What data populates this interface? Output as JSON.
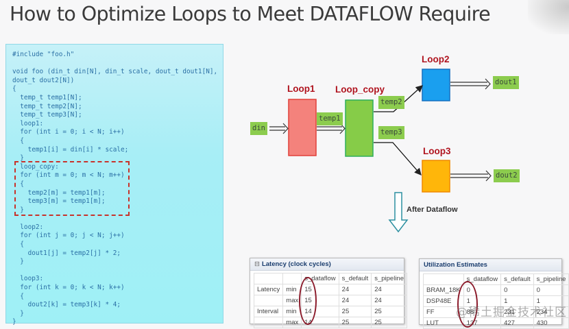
{
  "slide": {
    "title": "How to Optimize Loops to Meet DATAFLOW Require"
  },
  "code": {
    "before": "#include \"foo.h\"\n\nvoid foo (din_t din[N], din_t scale, dout_t dout1[N],\ndout_t dout2[N])\n{\n  temp_t temp1[N];\n  temp_t temp2[N];\n  temp_t temp3[N];\n  loop1:\n  for (int i = 0; i < N; i++)\n  {\n    temp1[i] = din[i] * scale;\n  }\n",
    "highlighted": "  loop_copy:\n  for (int m = 0; m < N; m++)\n  {\n    temp2[m] = temp1[m];\n    temp3[m] = temp1[m];\n  }\n",
    "after": "\n  loop2:\n  for (int j = 0; j < N; j++)\n  {\n    dout1[j] = temp2[j] * 2;\n  }\n\n  loop3:\n  for (int k = 0; k < N; k++)\n  {\n    dout2[k] = temp3[k] * 4;\n  }\n}"
  },
  "diagram": {
    "loops": {
      "loop1": {
        "label": "Loop1",
        "color": "#f4827c"
      },
      "loop_copy": {
        "label": "Loop_copy",
        "color": "#86cc48"
      },
      "loop2": {
        "label": "Loop2",
        "color": "#1a9fef"
      },
      "loop3": {
        "label": "Loop3",
        "color": "#ffb60a"
      }
    },
    "signals": {
      "din": "din",
      "temp1": "temp1",
      "temp2": "temp2",
      "temp3": "temp3",
      "dout1": "dout1",
      "dout2": "dout2"
    },
    "after_label": "After Dataflow"
  },
  "latency_table": {
    "title": "Latency (clock cycles)",
    "columns": [
      "",
      "",
      "s_dataflow",
      "s_default",
      "s_pipeline"
    ],
    "rows": [
      [
        "Latency",
        "min",
        "15",
        "24",
        "24"
      ],
      [
        "",
        "max",
        "15",
        "24",
        "24"
      ],
      [
        "Interval",
        "min",
        "14",
        "25",
        "25"
      ],
      [
        "",
        "max",
        "14",
        "25",
        "25"
      ]
    ]
  },
  "utilization_table": {
    "title": "Utilization Estimates",
    "columns": [
      "",
      "s_dataflow",
      "s_default",
      "s_pipeline"
    ],
    "rows": [
      [
        "BRAM_18K",
        "0",
        "0",
        "0"
      ],
      [
        "DSP48E",
        "1",
        "1",
        "1"
      ],
      [
        "FF",
        "88",
        "231",
        "234"
      ],
      [
        "LUT",
        "137",
        "427",
        "430"
      ]
    ]
  },
  "watermark": "@稀土掘金技术社区"
}
